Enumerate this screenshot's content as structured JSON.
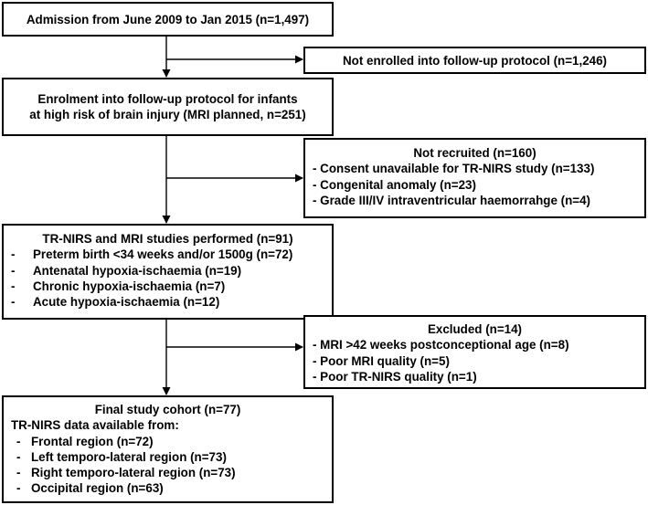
{
  "admission": "Admission from June 2009 to Jan 2015 (n=1,497)",
  "not_enrolled": "Not enrolled into follow-up protocol (n=1,246)",
  "enrolment": {
    "line1": "Enrolment into follow-up protocol for infants",
    "line2": "at high risk of brain injury (MRI planned, n=251)"
  },
  "not_recruited": {
    "title": "Not recruited (n=160)",
    "items": [
      "- Consent unavailable for TR-NIRS study (n=133)",
      "- Congenital anomaly (n=23)",
      "- Grade III/IV intraventricular haemorrahge (n=4)"
    ]
  },
  "performed": {
    "title": "TR-NIRS and MRI studies performed (n=91)",
    "items": [
      "Preterm birth <34 weeks and/or 1500g (n=72)",
      "Antenatal hypoxia-ischaemia (n=19)",
      "Chronic hypoxia-ischaemia (n=7)",
      "Acute hypoxia-ischaemia (n=12)"
    ],
    "marker": "-"
  },
  "excluded": {
    "title": "Excluded (n=14)",
    "items": [
      "- MRI >42 weeks postconceptional age (n=8)",
      "- Poor MRI quality (n=5)",
      "- Poor TR-NIRS quality (n=1)"
    ]
  },
  "final": {
    "title": "Final study cohort (n=77)",
    "subtitle": "TR-NIRS data available from:",
    "items": [
      "Frontal region (n=72)",
      "Left temporo-lateral region (n=73)",
      "Right temporo-lateral region (n=73)",
      "Occipital region (n=63)"
    ],
    "marker": "-"
  }
}
